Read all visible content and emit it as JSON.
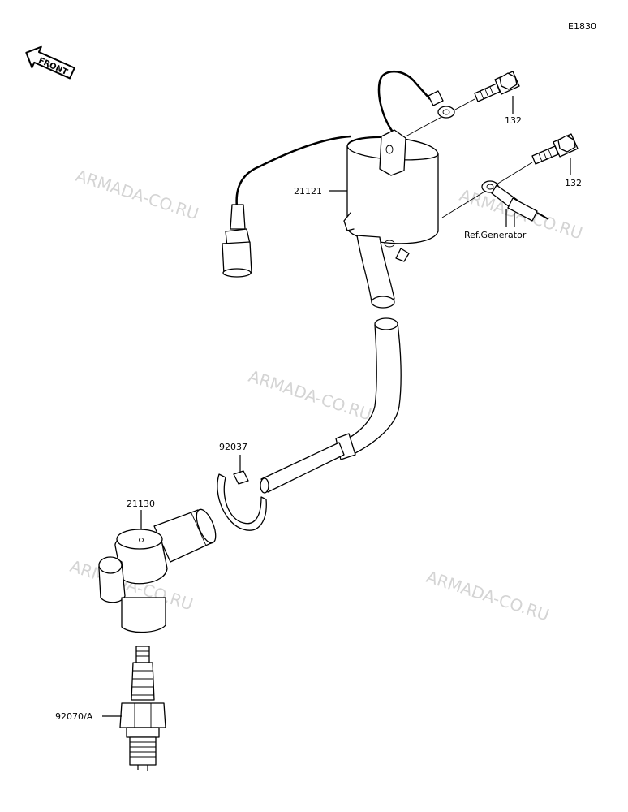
{
  "diagram_code": "E1830",
  "front_label": "FRONT",
  "watermark": "ARMADA-CO.RU",
  "parts": {
    "bolt_top": "132",
    "bolt_mid": "132",
    "ignition_coil": "21121",
    "ref_generator": "Ref.Generator",
    "clamp": "92037",
    "plug_cap": "21130",
    "spark_plug": "92070/A"
  }
}
